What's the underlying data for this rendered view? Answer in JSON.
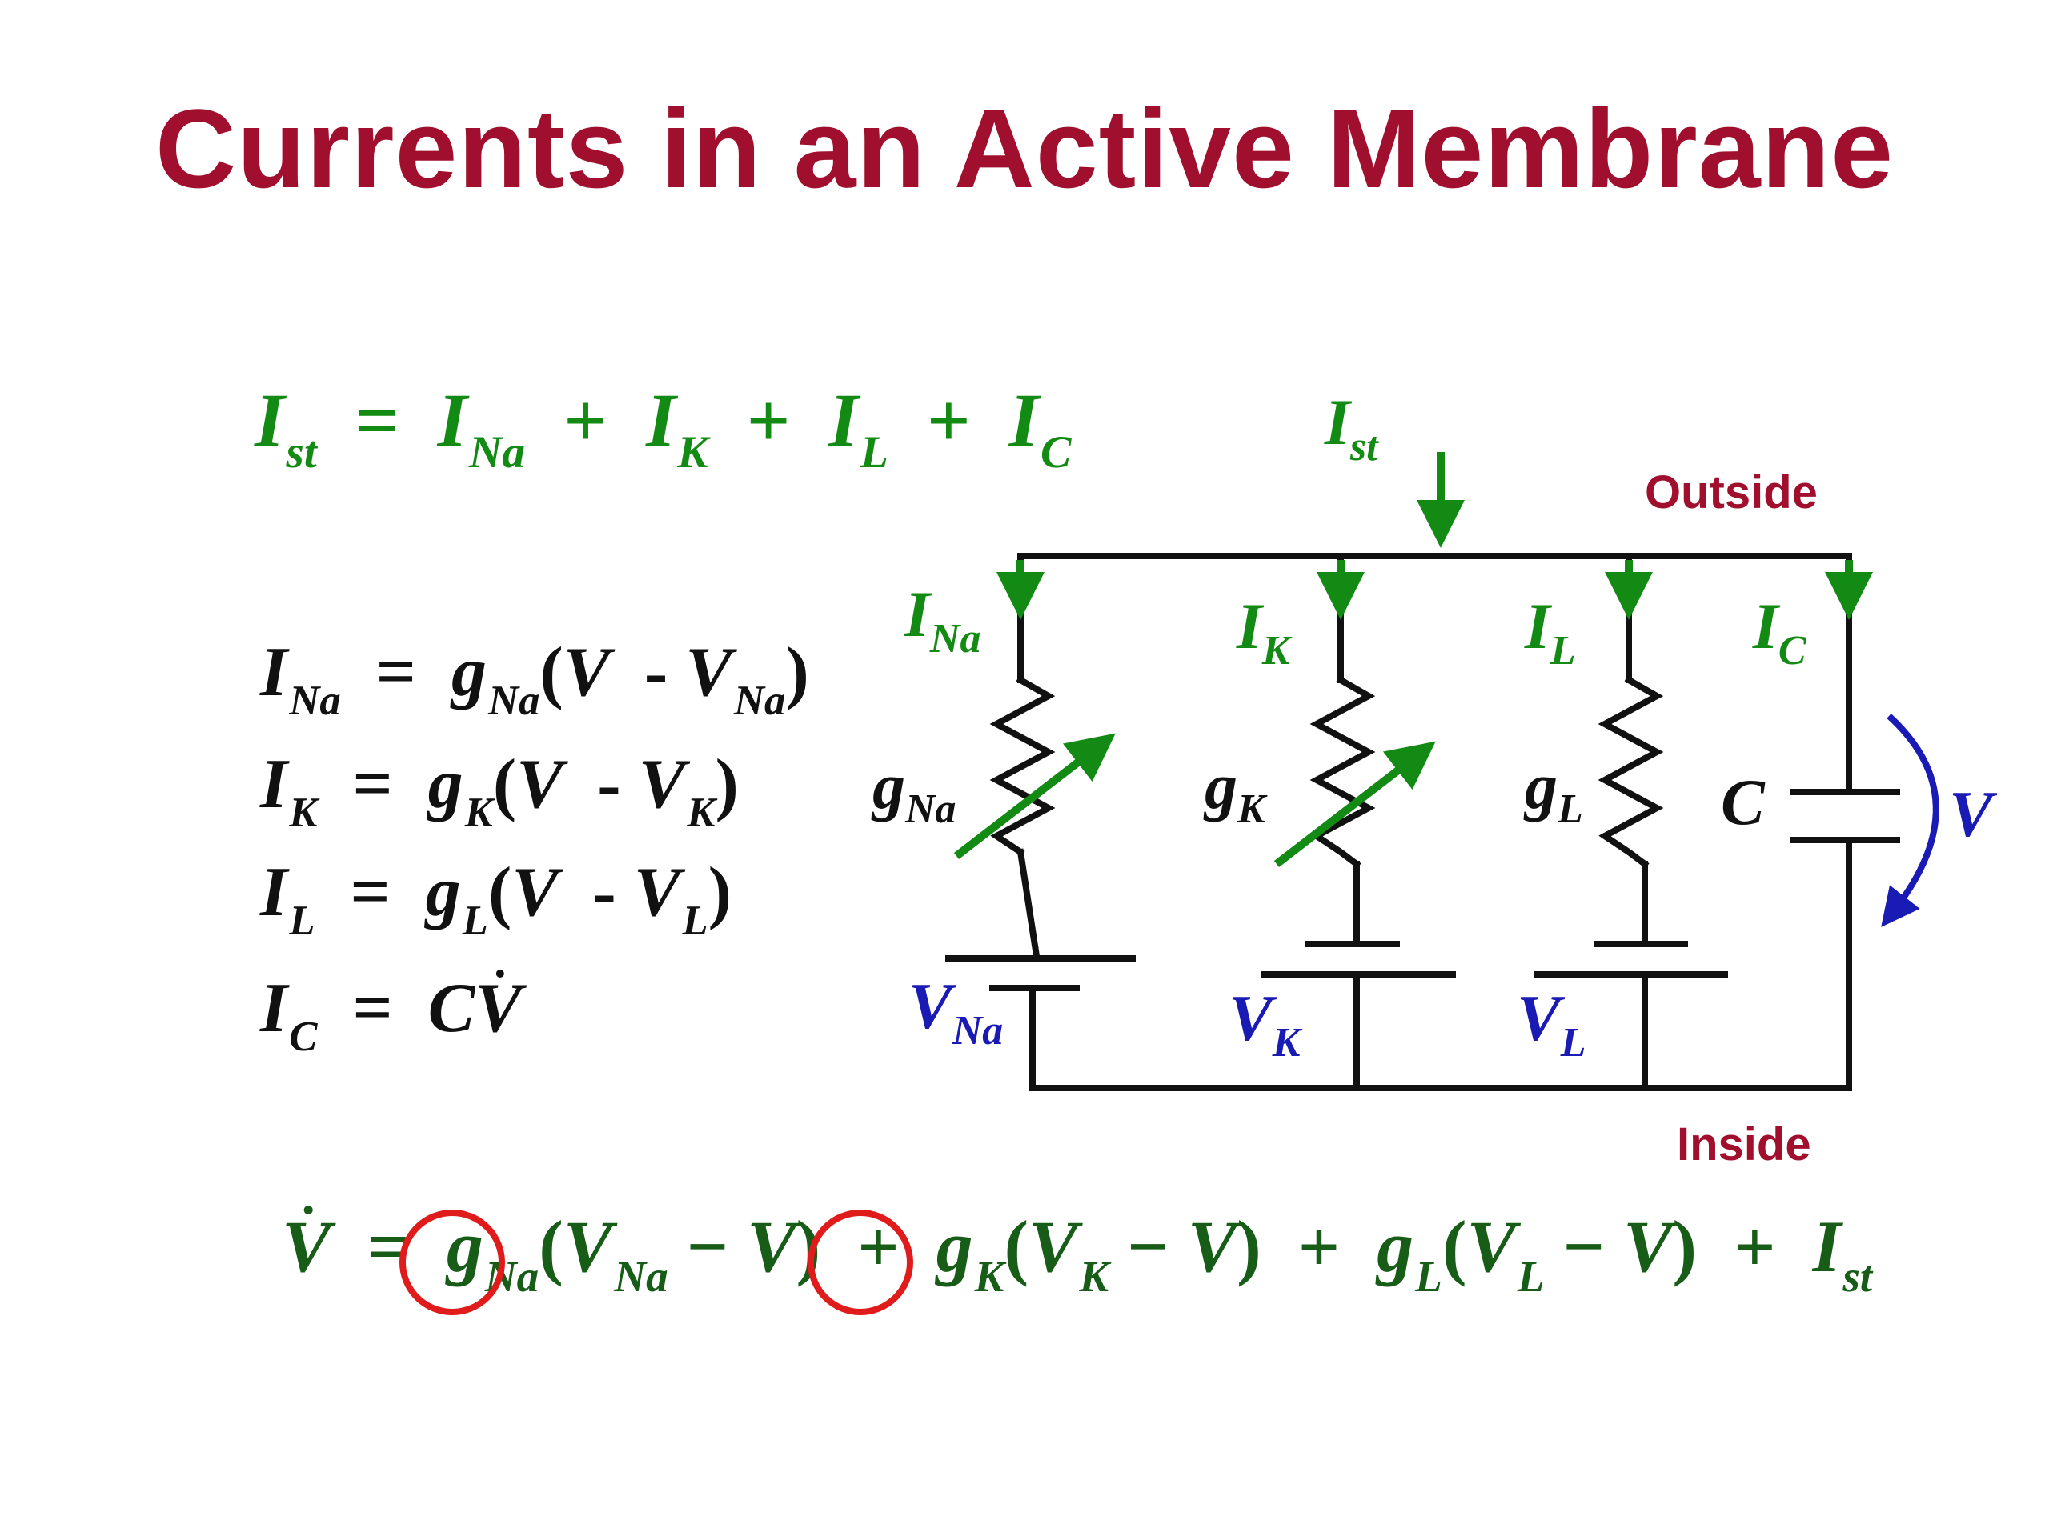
{
  "title": "Currents in an Active Membrane",
  "colors": {
    "title": "#a0102e",
    "current": "#138a13",
    "voltage": "#1a1ab4",
    "wire": "#111111",
    "highlight": "#e01b1b",
    "equation_dark_green": "#175c17"
  },
  "sum_equation": {
    "lhs": "I",
    "lhs_sub": "st",
    "terms": [
      {
        "sym": "I",
        "sub": "Na"
      },
      {
        "sym": "I",
        "sub": "K"
      },
      {
        "sym": "I",
        "sub": "L"
      },
      {
        "sym": "I",
        "sub": "C"
      }
    ]
  },
  "definitions": {
    "na": {
      "lhs": "I",
      "lhs_sub": "Na",
      "g": "g",
      "g_sub": "Na",
      "v": "V",
      "minus": "-",
      "vr": "V",
      "vr_sub": "Na"
    },
    "k": {
      "lhs": "I",
      "lhs_sub": "K",
      "g": "g",
      "g_sub": "K",
      "v": "V",
      "minus": "-",
      "vr": "V",
      "vr_sub": "K"
    },
    "l": {
      "lhs": "I",
      "lhs_sub": "L",
      "g": "g",
      "g_sub": "L",
      "v": "V",
      "minus": "-",
      "vr": "V",
      "vr_sub": "L"
    },
    "c": {
      "lhs": "I",
      "lhs_sub": "C",
      "rhs": "C",
      "vdot": "V"
    }
  },
  "v_equation": {
    "lhs": "V",
    "terms": [
      {
        "g": "g",
        "g_sub": "Na",
        "vr": "V",
        "vr_sub": "Na",
        "v": "V"
      },
      {
        "g": "g",
        "g_sub": "K",
        "vr": "V",
        "vr_sub": "K",
        "v": "V"
      },
      {
        "g": "g",
        "g_sub": "L",
        "vr": "V",
        "vr_sub": "L",
        "v": "V"
      }
    ],
    "tail": "I",
    "tail_sub": "st"
  },
  "circuit": {
    "outside_label": "Outside",
    "inside_label": "Inside",
    "ist": {
      "sym": "I",
      "sub": "st"
    },
    "branches": [
      {
        "current": "I",
        "current_sub": "Na",
        "cond": "g",
        "cond_sub": "Na",
        "rev": "V",
        "rev_sub": "Na"
      },
      {
        "current": "I",
        "current_sub": "K",
        "cond": "g",
        "cond_sub": "K",
        "rev": "V",
        "rev_sub": "K"
      },
      {
        "current": "I",
        "current_sub": "L",
        "cond": "g",
        "cond_sub": "L",
        "rev": "V",
        "rev_sub": "L"
      }
    ],
    "cap": {
      "current": "I",
      "current_sub": "C",
      "label": "C"
    },
    "voltage_label": "V"
  }
}
